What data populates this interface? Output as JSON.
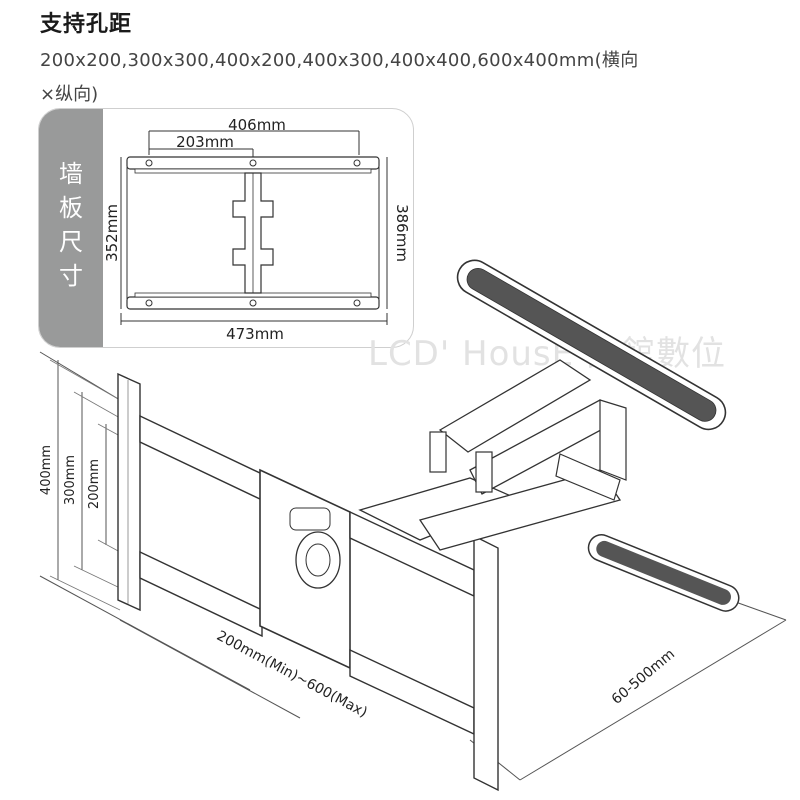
{
  "title": "支持孔距",
  "sizes_line1": "200x200,300x300,400x200,400x300,400x400,600x400mm(横向",
  "sizes_line2": "×纵向)",
  "wall_plate": {
    "label": "墙板尺寸",
    "dim_top_outer": "406mm",
    "dim_top_inner": "203mm",
    "dim_left": "352mm",
    "dim_right": "386mm",
    "dim_bottom": "473mm"
  },
  "mount": {
    "dim_400": "400mm",
    "dim_300": "300mm",
    "dim_200": "200mm",
    "dim_width": "200mm(Min)~600(Max)",
    "dim_extension": "60-500mm"
  },
  "watermark": "LCD' HousE 晶館數位"
}
